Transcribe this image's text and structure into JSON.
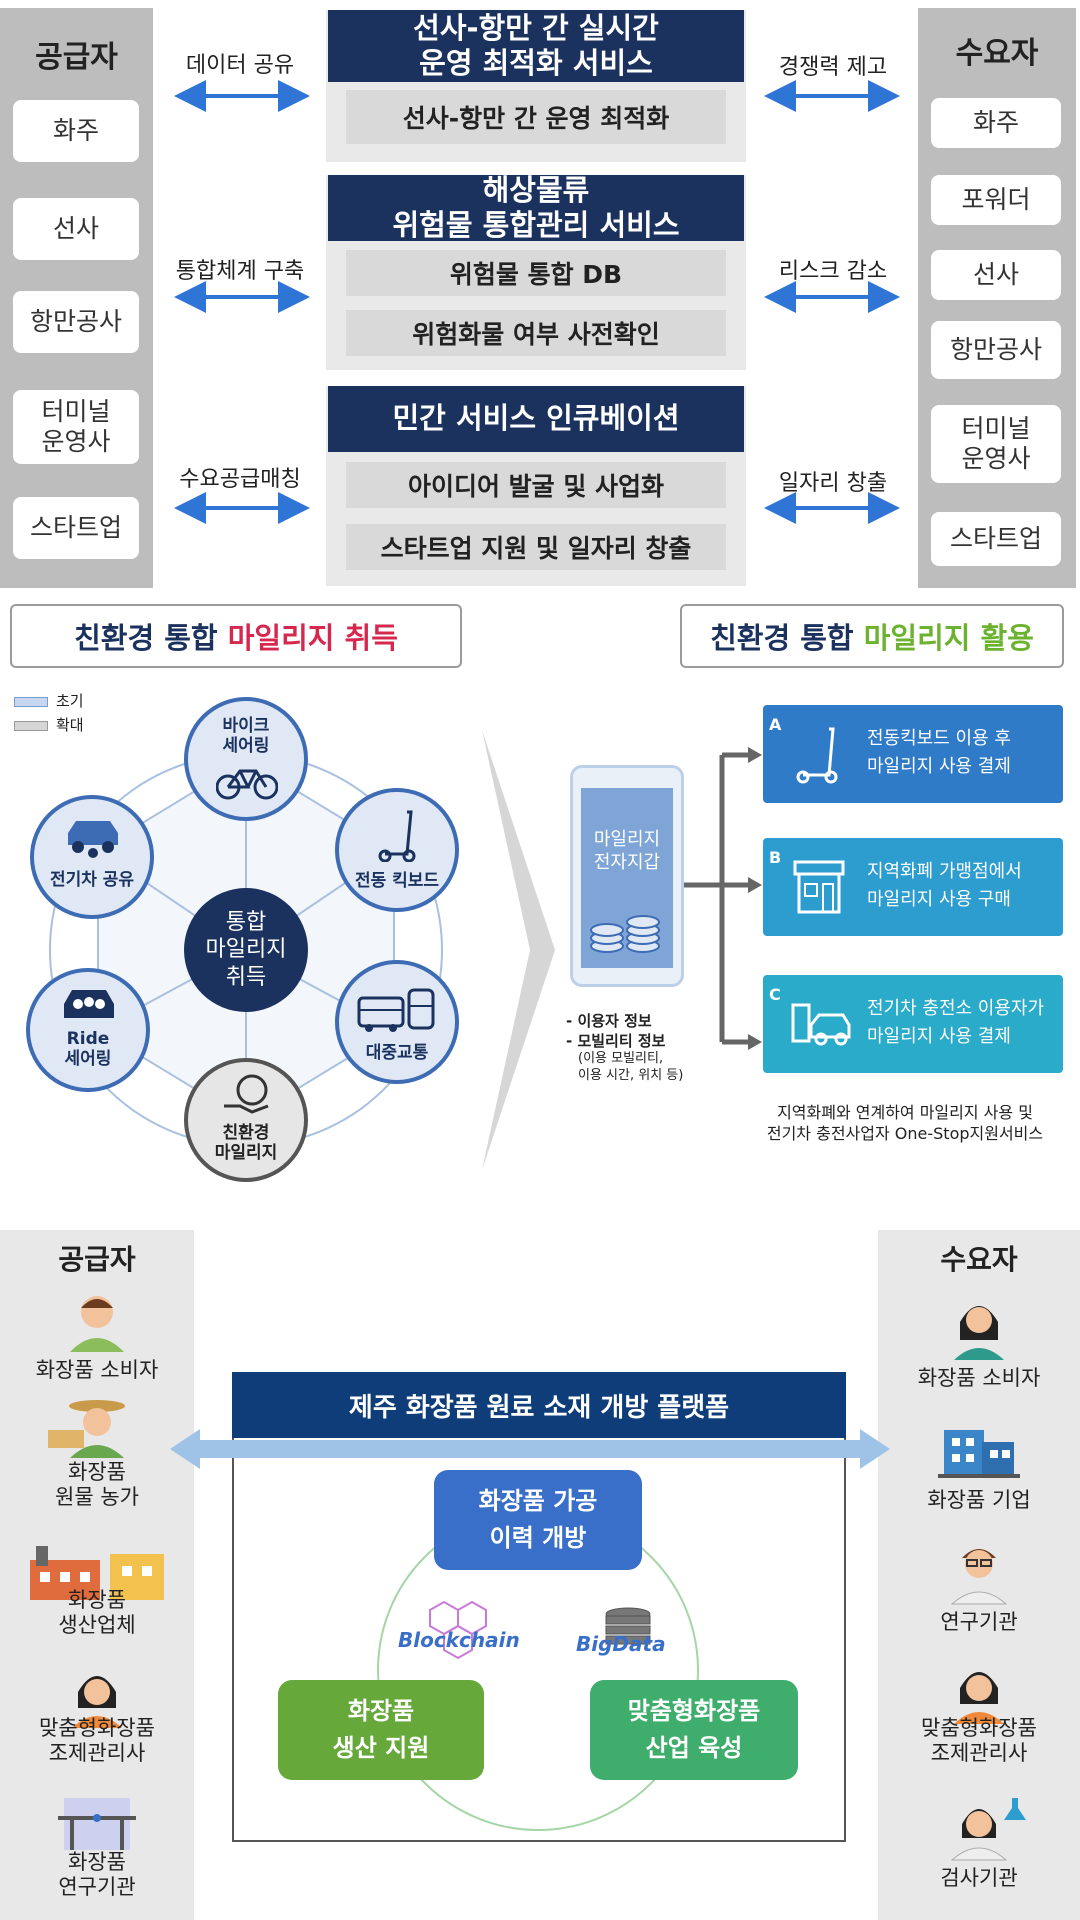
{
  "section1": {
    "supply": {
      "header": "공급자",
      "items": [
        "화주",
        "선사",
        "항만공사",
        "터미널\n운영사",
        "스타트업"
      ]
    },
    "demand": {
      "header": "수요자",
      "items": [
        "화주",
        "포워더",
        "선사",
        "항만공사",
        "터미널\n운영사",
        "스타트업"
      ]
    },
    "panels": [
      {
        "title": "선사-항만 간 실시간\n운영 최적화 서비스",
        "items": [
          "선사-항만 간 운영 최적화"
        ]
      },
      {
        "title": "해상물류\n위험물 통합관리 서비스",
        "items": [
          "위험물 통합 DB",
          "위험화물 여부 사전확인"
        ]
      },
      {
        "title": "민간 서비스 인큐베이션",
        "items": [
          "아이디어 발굴 및 사업화",
          "스타트업 지원 및 일자리 창출"
        ]
      }
    ],
    "left_labels": [
      "데이터 공유",
      "통합체계 구축",
      "수요공급매칭"
    ],
    "right_labels": [
      "경쟁력 제고",
      "리스크 감소",
      "일자리 창출"
    ],
    "colors": {
      "navy": "#1b325f",
      "arrow": "#2e75d6",
      "gray": "#bdbdbd"
    }
  },
  "section2": {
    "acquire_title_prefix": "친환경 통합 ",
    "acquire_title_highlight": "마일리지 취득",
    "use_title_prefix": "친환경 통합 ",
    "use_title_highlight": "마일리지 활용",
    "legend": [
      "초기",
      "확대"
    ],
    "center": "통합\n마일리지\n취득",
    "nodes": [
      {
        "label": "바이크\n세어링",
        "icon": "bicycle-icon"
      },
      {
        "label": "전동 킥보드",
        "icon": "kickboard-icon"
      },
      {
        "label": "대중교통",
        "icon": "bus-train-icon"
      },
      {
        "label": "친환경\n마일리지",
        "icon": "eco-hand-icon"
      },
      {
        "label": "Ride\n세어링",
        "icon": "car-people-icon"
      },
      {
        "label": "전기차 공유",
        "icon": "ev-share-icon"
      }
    ],
    "wallet": "마일리지\n전자지갑",
    "info": [
      "- 이용자 정보",
      "- 모빌리티 정보",
      "(이용 모빌리티,",
      "이용 시간, 위치 등)"
    ],
    "uses": [
      {
        "letter": "A",
        "text": "전동킥보드 이용 후\n마일리지 사용 결제",
        "icon": "kickboard-icon"
      },
      {
        "letter": "B",
        "text": "지역화폐 가맹점에서\n마일리지 사용 구매",
        "icon": "store-icon"
      },
      {
        "letter": "C",
        "text": "전기차 충전소 이용자가\n마일리지 사용 결제",
        "icon": "ev-charger-icon"
      }
    ],
    "footer": [
      "지역화폐와 연계하여 마일리지 사용 및",
      "전기차 충전사업자 One-Stop지원서비스"
    ],
    "colors": {
      "navy": "#1b325f",
      "red": "#d6284f",
      "green": "#6bb32e",
      "blue1": "#2f7bc8",
      "blue2": "#2d9dd0",
      "blue3": "#29abc9"
    }
  },
  "section3": {
    "supply": {
      "header": "공급자",
      "items": [
        "화장품 소비자",
        "화장품\n원물 농가",
        "화장품\n생산업체",
        "맞춤형화장품\n조제관리사",
        "화장품\n연구기관"
      ]
    },
    "demand": {
      "header": "수요자",
      "items": [
        "화장품 소비자",
        "화장품 기업",
        "연구기관",
        "맞춤형화장품\n조제관리사",
        "검사기관"
      ]
    },
    "platform": "제주 화장품 원료 소재 개방 플랫폼",
    "hubs": [
      "화장품 가공\n이력 개방",
      "화장품\n생산 지원",
      "맞춤형화장품\n산업 육성"
    ],
    "tech": [
      "Blockchain",
      "BigData"
    ],
    "colors": {
      "navy": "#0f3d7a",
      "hub_blue": "#3a6fc9",
      "hub_green1": "#66a83a",
      "hub_green2": "#3fae6c",
      "arrow": "#9fc3e6"
    }
  }
}
